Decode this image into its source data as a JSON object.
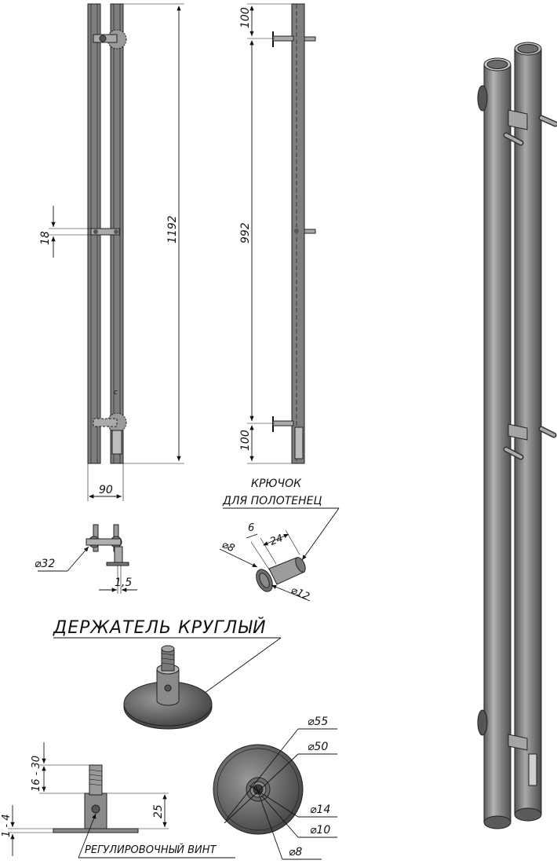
{
  "front_view": {
    "dim_height": "1192",
    "dim_width": "90",
    "dim_spacing": "18"
  },
  "side_view": {
    "dim_top": "100",
    "dim_middle": "992",
    "dim_bottom": "100"
  },
  "bracket_detail": {
    "dim_diameter": "⌀32",
    "dim_thickness": "1,5"
  },
  "hook_detail": {
    "caption_line1": "КРЮЧОК",
    "caption_line2": "ДЛЯ ПОЛОТЕНЕЦ",
    "dim_length_6": "6",
    "dim_length_24": "24",
    "dim_dia_8": "⌀8",
    "dim_dia_12": "⌀12"
  },
  "holder": {
    "title": "ДЕРЖАТЕЛЬ КРУГЛЫЙ",
    "dim_16_30": "16 - 30",
    "dim_25": "25",
    "dim_1_4": "1 - 4",
    "screw_label": "РЕГУЛИРОВОЧНЫЙ ВИНТ",
    "dim_55": "⌀55",
    "dim_50": "⌀50",
    "dim_14": "⌀14",
    "dim_10": "⌀10",
    "dim_8": "⌀8"
  }
}
